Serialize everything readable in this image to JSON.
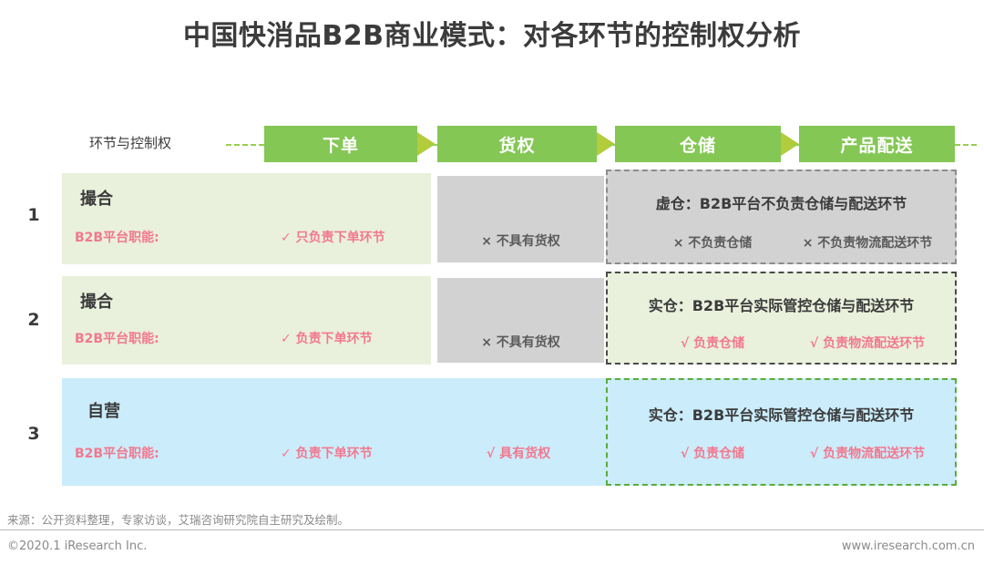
{
  "header": {
    "title": "中国快消品B2B商业模式：对各环节的控制权分析"
  },
  "pipeline": {
    "axis_label": "环节与控制权",
    "stages": [
      {
        "label": "下单"
      },
      {
        "label": "货权"
      },
      {
        "label": "仓储"
      },
      {
        "label": "产品配送"
      }
    ]
  },
  "colors": {
    "stage_green": "#84c755",
    "arrow_green": "#b2cc3b",
    "panel_green": "#e9f0dc",
    "panel_blue": "#cbecfa",
    "cell_gray": "#d2d2d2",
    "pink": "#f2788f",
    "dark_text": "#3b3b3b"
  },
  "rows": [
    {
      "number": "1",
      "model": "撮合",
      "function_label": "B2B平台职能:",
      "order": "✓  只负责下单环节",
      "goods_right": "×  不具有货权",
      "warehouse_heading": "虚仓：B2B平台不负责仓储与配送环节",
      "warehouse": "×  不负责仓储",
      "delivery": "×  不负责物流配送环节"
    },
    {
      "number": "2",
      "model": "撮合",
      "function_label": "B2B平台职能:",
      "order": "✓  负责下单环节",
      "goods_right": "×  不具有货权",
      "warehouse_heading": "实仓：B2B平台实际管控仓储与配送环节",
      "warehouse": "√  负责仓储",
      "delivery": "√  负责物流配送环节"
    },
    {
      "number": "3",
      "model": "自营",
      "function_label": "B2B平台职能:",
      "order": "✓  负责下单环节",
      "goods_right": "√  具有货权",
      "warehouse_heading": "实仓：B2B平台实际管控仓储与配送环节",
      "warehouse": "√  负责仓储",
      "delivery": "√  负责物流配送环节"
    }
  ],
  "footer": {
    "source": "来源：公开资料整理，专家访谈，艾瑞咨询研究院自主研究及绘制。",
    "copyright": "©2020.1 iResearch Inc.",
    "website": "www.iresearch.com.cn"
  }
}
